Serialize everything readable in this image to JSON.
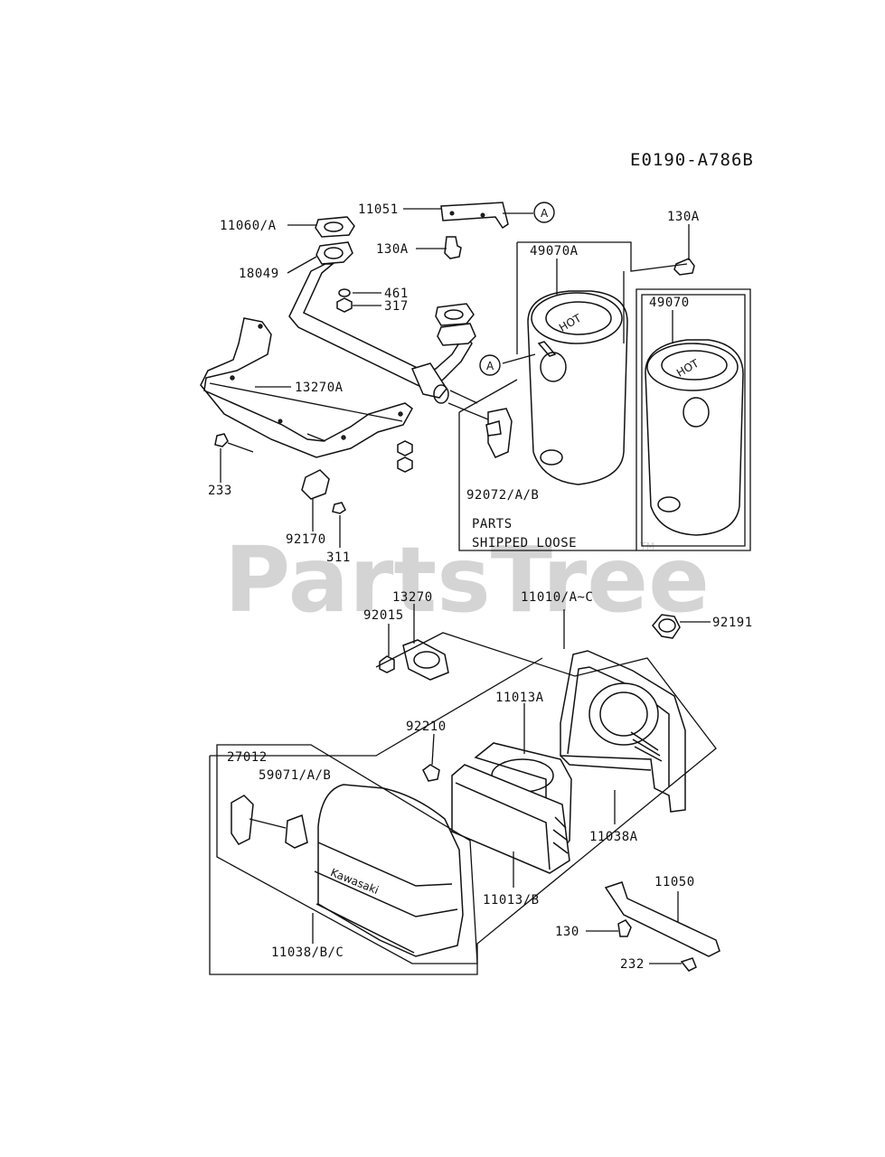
{
  "diagram_code": "E0190-A786B",
  "watermark": "PartsTree",
  "watermark_tm": "TM",
  "callout_ref": "A",
  "parts_note": [
    "PARTS",
    "SHIPPED LOOSE"
  ],
  "parts": {
    "p11051": "11051",
    "p11060A": "11060/A",
    "p130A_a": "130A",
    "p130A_b": "130A",
    "p18049": "18049",
    "p461": "461",
    "p317": "317",
    "p49070A": "49070A",
    "p49070": "49070",
    "p13270A": "13270A",
    "p233": "233",
    "p92170": "92170",
    "p311": "311",
    "p92072": "92072/A/B",
    "p13270": "13270",
    "p11010": "11010/A~C",
    "p92015": "92015",
    "p92191": "92191",
    "p11013A": "11013A",
    "p92210": "92210",
    "p27012": "27012",
    "p59071": "59071/A/B",
    "p11038A": "11038A",
    "p11013B": "11013/B",
    "p11050": "11050",
    "p130": "130",
    "p232": "232",
    "p11038BC": "11038/B/C"
  },
  "muffler_text": [
    "HOT",
    "HOT"
  ],
  "brand": "Kawasaki"
}
